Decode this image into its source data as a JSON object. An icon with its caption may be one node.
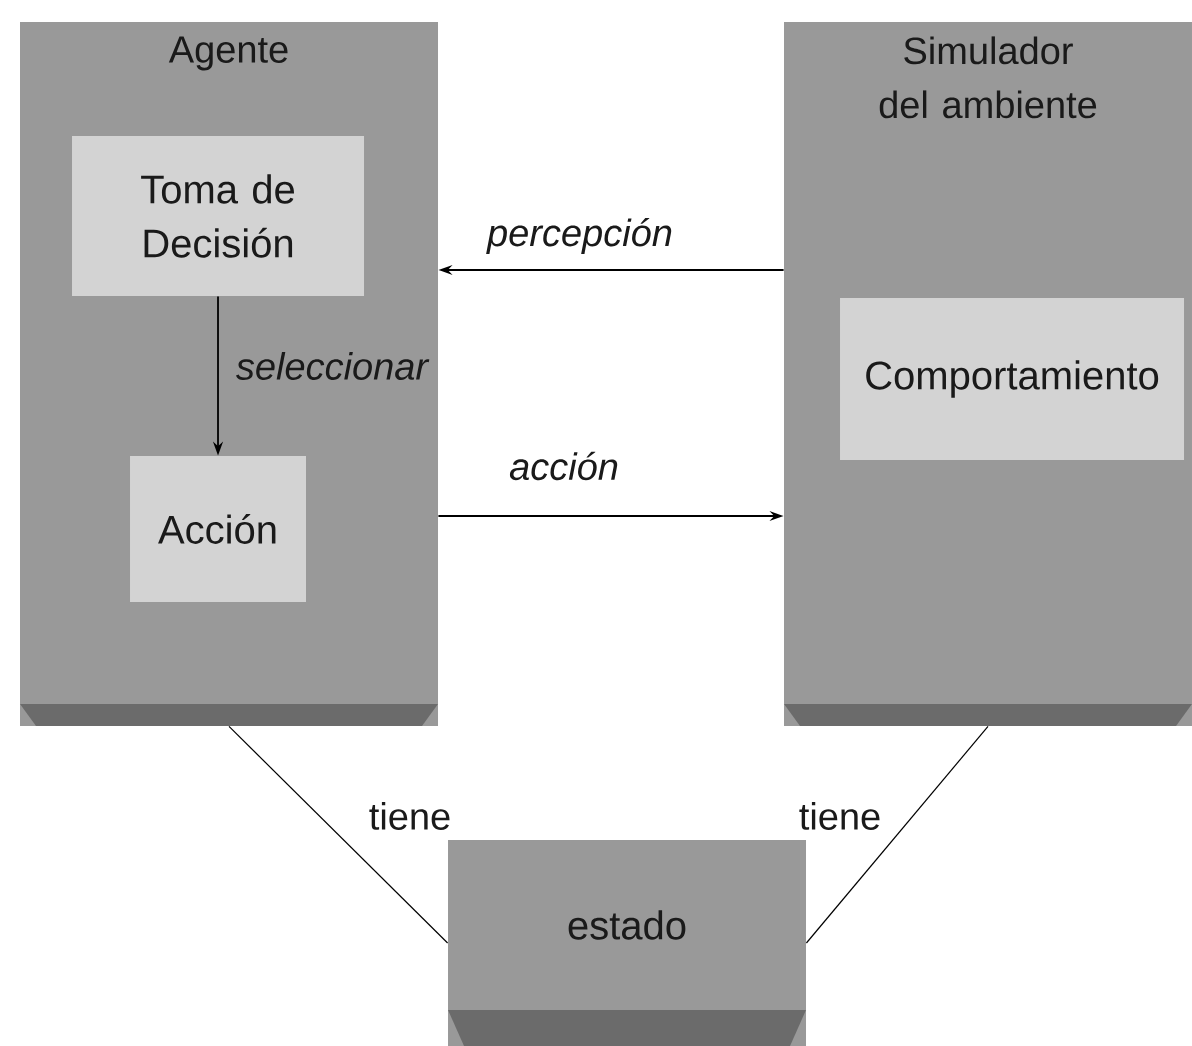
{
  "diagram": {
    "nodes": [
      {
        "text": [
          "Agente"
        ]
      },
      {
        "text": [
          "Toma de Decisión"
        ],
        "in": 0
      },
      {
        "text": [
          "Acción"
        ],
        "in": 0
      },
      {
        "text": [
          "Simulador del ambiente"
        ]
      },
      {
        "text": [
          "Comportamiento"
        ],
        "in": 3
      },
      {
        "text": [
          "estado"
        ]
      }
    ],
    "edges": [
      {
        "from": 1,
        "to": 2,
        "arrow": "to",
        "label": "seleccionar"
      },
      {
        "from": 3,
        "to": 0,
        "arrow": "to",
        "label": "percepción"
      },
      {
        "from": 0,
        "to": 3,
        "arrow": "to",
        "label": "acción"
      },
      {
        "from": 0,
        "to": 5,
        "arrow": "none",
        "label": "tiene"
      },
      {
        "from": 3,
        "to": 5,
        "arrow": "none",
        "label": "tiene"
      }
    ]
  }
}
